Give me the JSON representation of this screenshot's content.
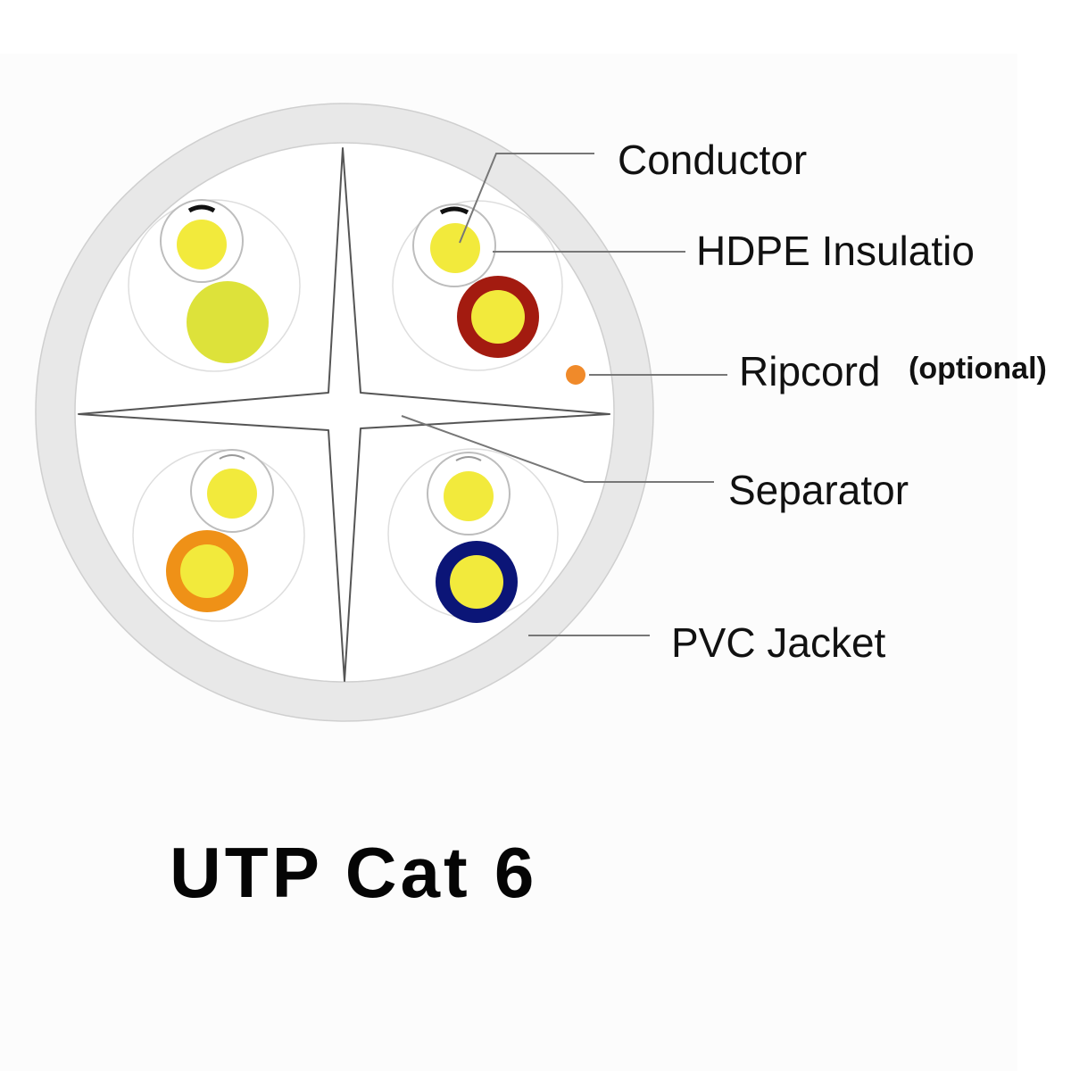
{
  "title": "UTP Cat 6",
  "labels": {
    "conductor": "Conductor",
    "insulation": "HDPE Insulatio",
    "ripcord": "Ripcord",
    "ripcord_note": "(optional)",
    "separator": "Separator",
    "jacket": "PVC Jacket"
  },
  "colors": {
    "jacket": "#e8e8e8",
    "conductor": "#f2ea3c",
    "pair_green_solid": "#dde23a",
    "pair_brown_ring": "#a31b10",
    "pair_orange_ring": "#ef9117",
    "pair_blue_ring": "#0b1577",
    "ripcord": "#f08a2a",
    "leader_line": "#777777"
  }
}
